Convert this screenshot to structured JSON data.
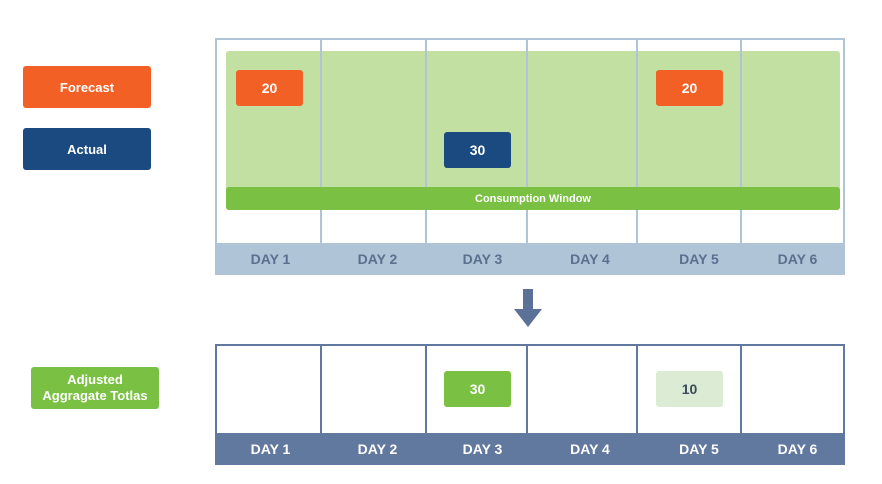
{
  "legend": {
    "forecast_label": "Forecast",
    "actual_label": "Actual",
    "adjusted_label": "Adjusted\nAggragate Totlas"
  },
  "top_panel": {
    "days": [
      "DAY 1",
      "DAY 2",
      "DAY 3",
      "DAY 4",
      "DAY 5",
      "DAY 6"
    ],
    "consumption_window_label": "Consumption Window",
    "forecast_day1": "20",
    "actual_day3": "30",
    "forecast_day5": "20"
  },
  "bottom_panel": {
    "days": [
      "DAY 1",
      "DAY 2",
      "DAY 3",
      "DAY 4",
      "DAY 5",
      "DAY 6"
    ],
    "adjusted_day3": "30",
    "adjusted_day5": "10"
  },
  "colors": {
    "forecast": "#f26026",
    "actual": "#1a4a7f",
    "adjusted": "#7ac143",
    "adjusted_light": "#dcebd3",
    "window_fill": "#c1e0a2",
    "top_day_bar": "#afc4d7",
    "bottom_day_bar": "#62799f",
    "arrow": "#5c7198"
  }
}
